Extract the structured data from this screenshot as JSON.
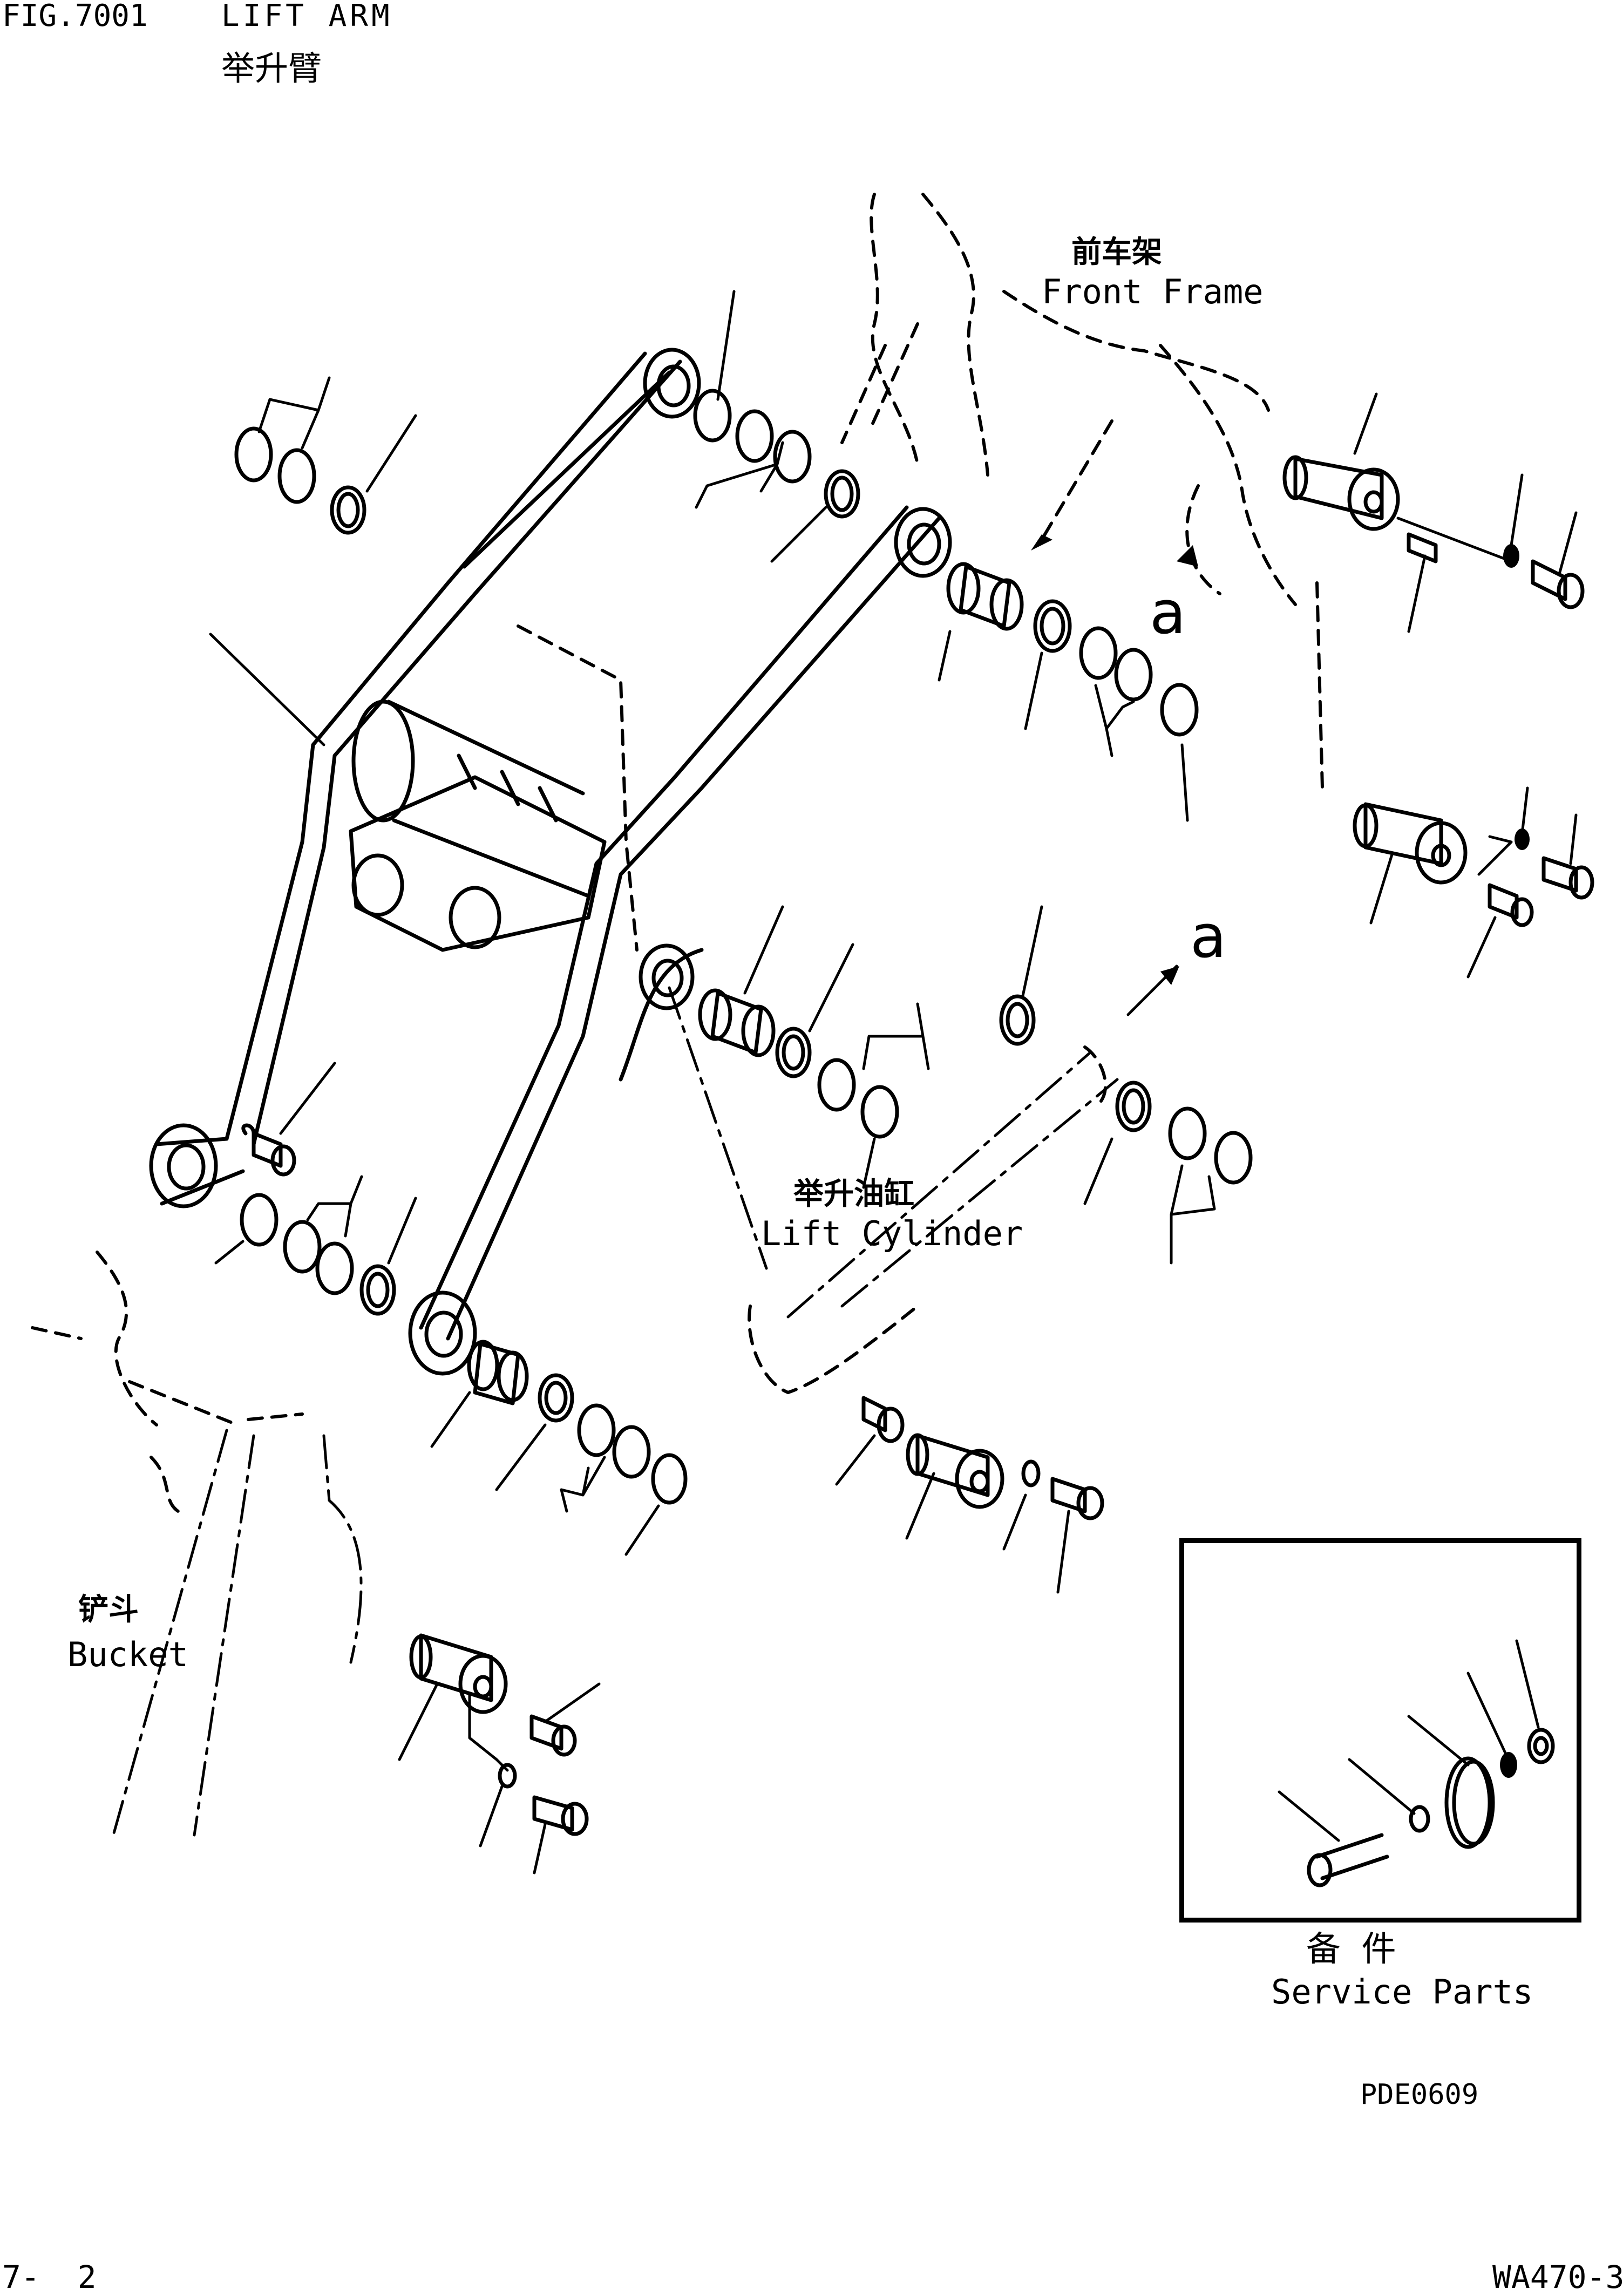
{
  "header": {
    "fig_number": "FIG.7001",
    "title_en": "LIFT ARM",
    "title_cn": "举升臂"
  },
  "labels": {
    "front_frame_cn": "前车架",
    "front_frame_en": "Front Frame",
    "lift_cylinder_cn": "举升油缸",
    "lift_cylinder_en": "Lift Cylinder",
    "bucket_cn": "铲斗",
    "bucket_en": "Bucket",
    "service_parts_cn": "备 件",
    "service_parts_en": "Service Parts",
    "ref_a1": "a",
    "ref_a2": "a"
  },
  "footer": {
    "drawing_code": "PDE0609",
    "page": "7-  2",
    "model": "WA470-3"
  }
}
